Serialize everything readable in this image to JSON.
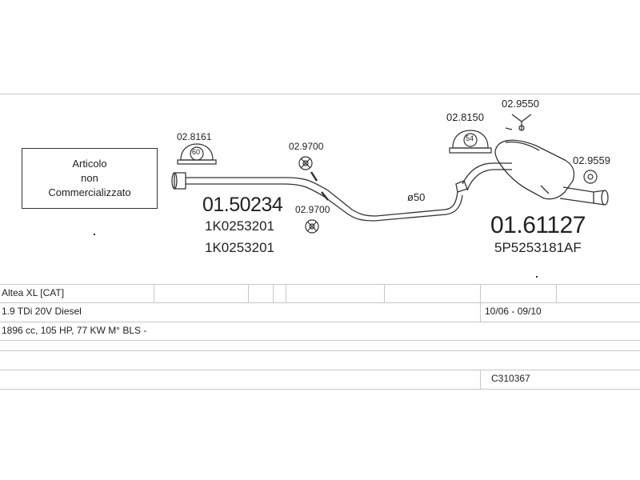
{
  "not_sold_box": {
    "line1": "Articolo",
    "line2": "non",
    "line3": "Commercializzato"
  },
  "parts": {
    "clamp_front": "02.8161",
    "clamp_front_size": "60",
    "hanger_a": "02.9700",
    "hanger_b": "02.9700",
    "clamp_rear": "02.8150",
    "clamp_rear_size": "54",
    "bracket": "02.9550",
    "rubber_rear": "02.9559",
    "pipe_diameter": "ø50"
  },
  "front_section": {
    "code": "01.50234",
    "oem1": "1K0253201",
    "oem2": "1K0253201"
  },
  "rear_section": {
    "code": "01.61127",
    "oem": "5P5253181AF"
  },
  "vehicle": {
    "model": "Altea XL  [CAT]",
    "engine": "1.9 TDi 20V Diesel",
    "years": "10/06 - 09/10",
    "specs": "1896 cc, 105 HP, 77 KW M° BLS -",
    "kit_code": "C310367"
  }
}
